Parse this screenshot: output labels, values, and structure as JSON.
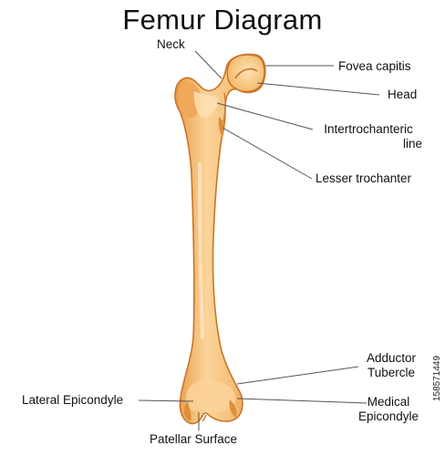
{
  "title": "Femur Diagram",
  "labels": {
    "neck": "Neck",
    "fovea_capitis": "Fovea capitis",
    "head": "Head",
    "intertrochanteric_line_1": "Intertrochanteric",
    "intertrochanteric_line_2": "line",
    "lesser_trochanter": "Lesser trochanter",
    "adductor_tubercle_1": "Adductor",
    "adductor_tubercle_2": "Tubercle",
    "lateral_epicondyle": "Lateral Epicondyle",
    "medical_epicondyle_1": "Medical",
    "medical_epicondyle_2": "Epicondyle",
    "patellar_surface": "Patellar Surface"
  },
  "stock_id": "158571449",
  "colors": {
    "bone_base": "#f2b766",
    "bone_light": "#fde1b4",
    "bone_shadow": "#dd8f3a",
    "bone_outline": "#c97528",
    "leader_line": "#555555"
  }
}
